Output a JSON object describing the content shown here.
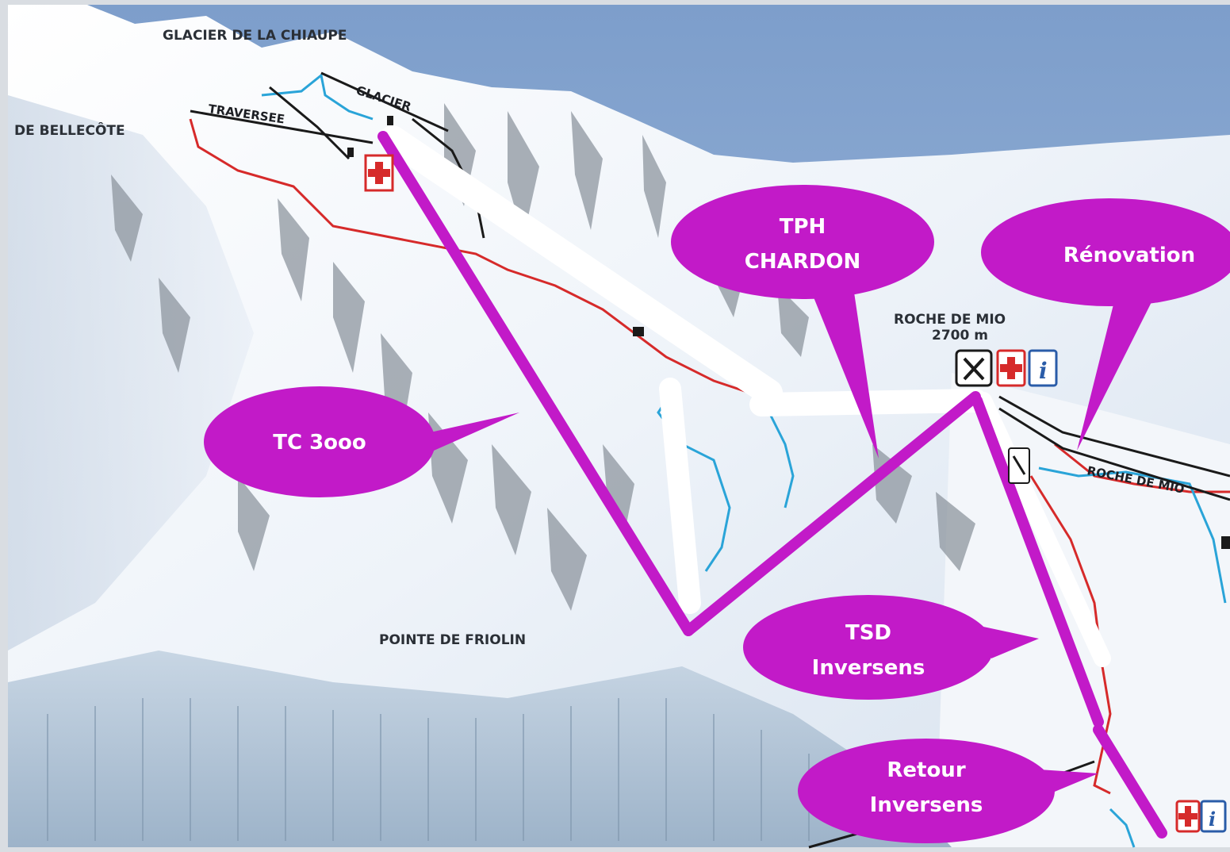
{
  "places": {
    "glacier_chiaupe": "GLACIER DE LA CHIAUPE",
    "bellecote": "DE BELLECÔTE",
    "roche_de_mio": "ROCHE DE MIO",
    "roche_de_mio_alt": "2700 m",
    "pointe_friolin": "POINTE DE FRIOLIN"
  },
  "lift_labels": {
    "glacier": "GLACIER",
    "traversee": "TRAVERSEE",
    "roche_de_mio": "ROCHE DE MIO"
  },
  "callouts": {
    "tc3000": "TC 3ooo",
    "tph_line1": "TPH",
    "tph_line2": "CHARDON",
    "renovation": "Rénovation",
    "tsd_line1": "TSD",
    "tsd_line2": "Inversens",
    "retour_line1": "Retour",
    "retour_line2": "Inversens"
  },
  "icons": {
    "first_aid": "first-aid-icon",
    "info": "info-icon",
    "restaurant": "restaurant-icon",
    "lift_station": "lift-station-icon"
  },
  "colors": {
    "callout": "#c21ac8",
    "new_lift": "#c21ac8",
    "existing_lift_overlay": "#ffffff",
    "piste_red": "#d62a2a",
    "piste_blue": "#2aa4d8",
    "lift_black": "#1a1a1a",
    "sky": "#86a6d2"
  }
}
